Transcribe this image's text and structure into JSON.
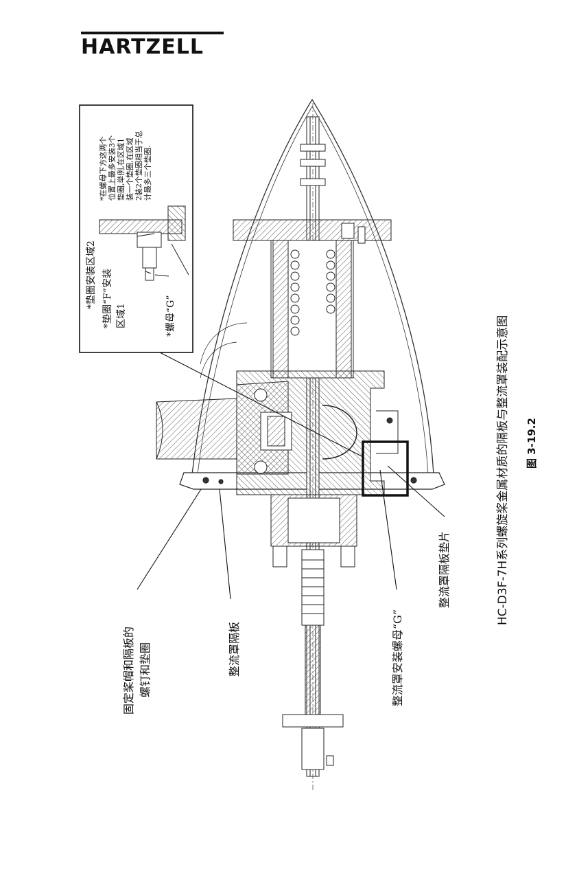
{
  "logo": {
    "text": "HARTZELL"
  },
  "caption": {
    "title": "HC-D3F-7H系列螺旋桨金属材质的隔板与整流罩装配示意图",
    "figure": "图  3-19.2"
  },
  "callouts": {
    "bolt_washer_line1": "固定桨帽和隔板的",
    "bolt_washer_line2": "螺钉和垫圈",
    "spinner_bulkhead": "整流罩隔板",
    "spinner_nut_g": "整流罩安装螺母“G”",
    "bulkhead_shim": "整流罩隔板垫片"
  },
  "detail": {
    "washer_area2": "*垫圈安装区域2",
    "washer_f_line1": "*垫圈“F”安装",
    "washer_f_line2": "区域1",
    "nut_g": "*螺母“G”",
    "note_lines": [
      "*在螺母下方这两个",
      "位置上最多安装3个",
      "垫圈,举例,在区域1",
      "装一个垫圈,在区域",
      "2装2个垫圈相当于总",
      "计最多三个垫圈."
    ]
  },
  "colors": {
    "ink": "#111111",
    "hatch": "#555555",
    "paper": "#ffffff"
  }
}
